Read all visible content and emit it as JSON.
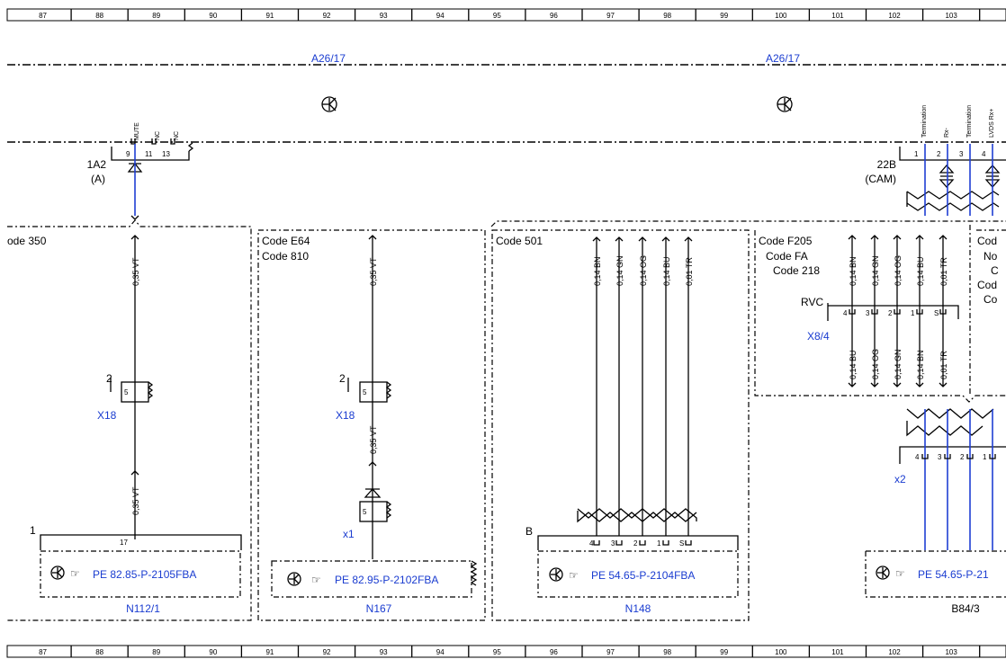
{
  "grid": [
    "87",
    "88",
    "89",
    "90",
    "91",
    "92",
    "93",
    "94",
    "95",
    "96",
    "97",
    "98",
    "99",
    "100",
    "101",
    "102",
    "103"
  ],
  "a26": {
    "left": "A26/17",
    "right": "A26/17"
  },
  "con1a2": {
    "name": "1A2",
    "sub": "(A)",
    "p1": "9",
    "p2": "11",
    "p3": "13",
    "s1": "MUTE",
    "s2": "NC",
    "s3": "NC"
  },
  "con22b": {
    "name": "22B",
    "sub": "(CAM)",
    "p1": "1",
    "p2": "2",
    "p3": "3",
    "p4": "4",
    "s1": "Termination",
    "s2": "Rx-",
    "s3": "Termination",
    "s4": "LVDS Rx+"
  },
  "sec1": {
    "code": "ode 350",
    "w1": "0,35 VT",
    "w2": "0,35 VT",
    "pin": "5",
    "num": "2",
    "x18": "X18",
    "bnum": "1",
    "bpin": "17",
    "ref": "PE 82.85-P-2105FBA",
    "name": "N112/1"
  },
  "sec2": {
    "code1": "Code E64",
    "code2": "Code 810",
    "w1": "0,35 VT",
    "w2": "0,35 VT",
    "pin": "5",
    "num": "2",
    "x18": "X18",
    "x1pin": "5",
    "x1": "x1",
    "ref": "PE 82.95-P-2102FBA",
    "name": "N167"
  },
  "sec3": {
    "code": "Code 501",
    "wires": [
      "0,14 BN",
      "0,14 GN",
      "0,14 OG",
      "0,14 BU",
      "0,01 TR"
    ],
    "bnum": "B",
    "pins": [
      "4",
      "3",
      "2",
      "1",
      "S"
    ],
    "ref": "PE 54.65-P-2104FBA",
    "name": "N148"
  },
  "sec4": {
    "code1": "Code F205",
    "code2": "Code FA",
    "code3": "Code 218",
    "top": [
      "0,14 BN",
      "0,14 GN",
      "0,14 OG",
      "0,14 BU",
      "0,01 TR"
    ],
    "rvc": "RVC",
    "pins": [
      "4",
      "3",
      "2",
      "1",
      "S"
    ],
    "x84": "X8/4",
    "bottom": [
      "0,14 BU",
      "0,14 OG",
      "0,14 GN",
      "0,14 BN",
      "0,01 TR"
    ]
  },
  "sec5": {
    "c1": "Cod",
    "c2": "No",
    "c3": "C",
    "c4": "Cod",
    "c5": "Co"
  },
  "sec6": {
    "pins": [
      "4",
      "3",
      "2",
      "1"
    ],
    "x2": "x2",
    "ref": "PE 54.65-P-21",
    "name": "B84/3"
  },
  "colors": {
    "wire": "#1f3fd4",
    "text_link": "#1a3cd0"
  }
}
